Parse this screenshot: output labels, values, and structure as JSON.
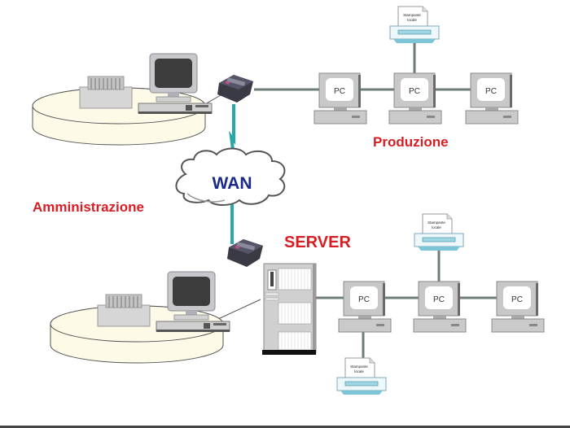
{
  "diagram": {
    "labels": {
      "amministrazione": "Amministrazione",
      "produzione": "Produzione",
      "server": "SERVER",
      "wan": "WAN"
    },
    "pc_label": "PC",
    "printer_label_line1": "Stampante",
    "printer_label_line2": "locale",
    "colors": {
      "label_red": "#d81e24",
      "wan_text": "#1a2a8a",
      "wan_link": "#2aa8a8",
      "cable": "#6e7d78",
      "pc_body": "#c8c8c8",
      "desk": "#fdfbe8",
      "printer_blue": "#9fd6e4"
    },
    "sites": [
      {
        "name": "Amministrazione",
        "devices": [
          "workstation",
          "printer",
          "router"
        ]
      },
      {
        "name": "Produzione",
        "devices": [
          "PC",
          "PC",
          "PC",
          "Stampante locale"
        ]
      },
      {
        "name": "SERVER",
        "devices": [
          "server",
          "router",
          "PC",
          "PC",
          "PC",
          "Stampante locale",
          "Stampante locale"
        ]
      }
    ]
  }
}
